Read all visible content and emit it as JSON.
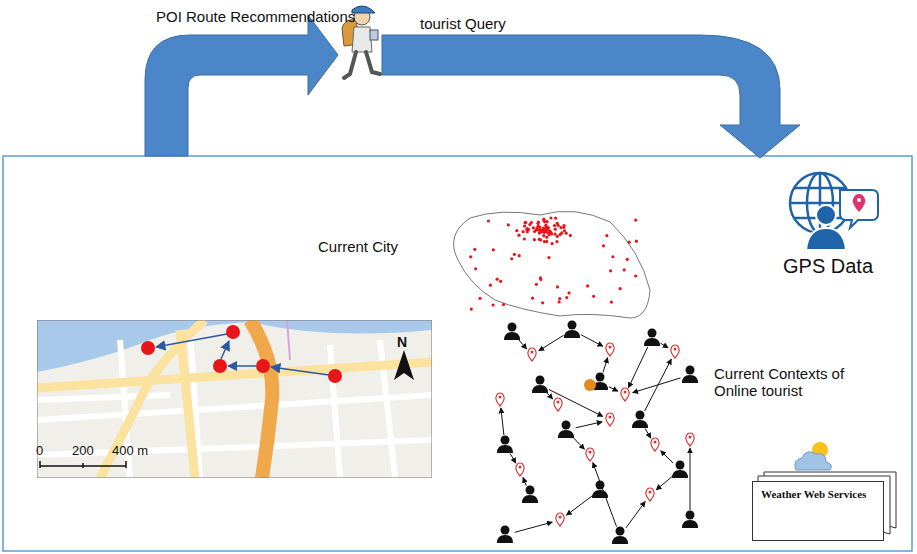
{
  "diagram": {
    "nodes": [
      {
        "text": [
          "Weather Web Services"
        ]
      }
    ],
    "labels": [
      "POI Route Recommendations",
      "tourist Query",
      "Current City",
      "GPS Data",
      "Current Contexts of Online tourist",
      "N",
      "0",
      "200",
      "400 m"
    ]
  }
}
